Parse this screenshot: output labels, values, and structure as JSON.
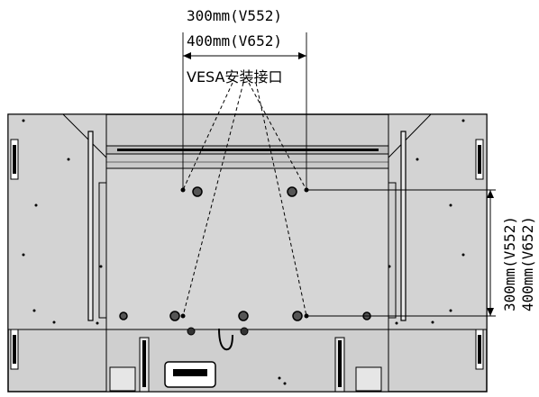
{
  "labels": {
    "width_v552": "300mm(V552)",
    "width_v652": "400mm(V652)",
    "vesa": "VESA安装接口",
    "height_v552": "300mm(V552)",
    "height_v652": "400mm(V652)"
  },
  "colors": {
    "panel": "#d0d0d0",
    "outline": "#000000"
  }
}
